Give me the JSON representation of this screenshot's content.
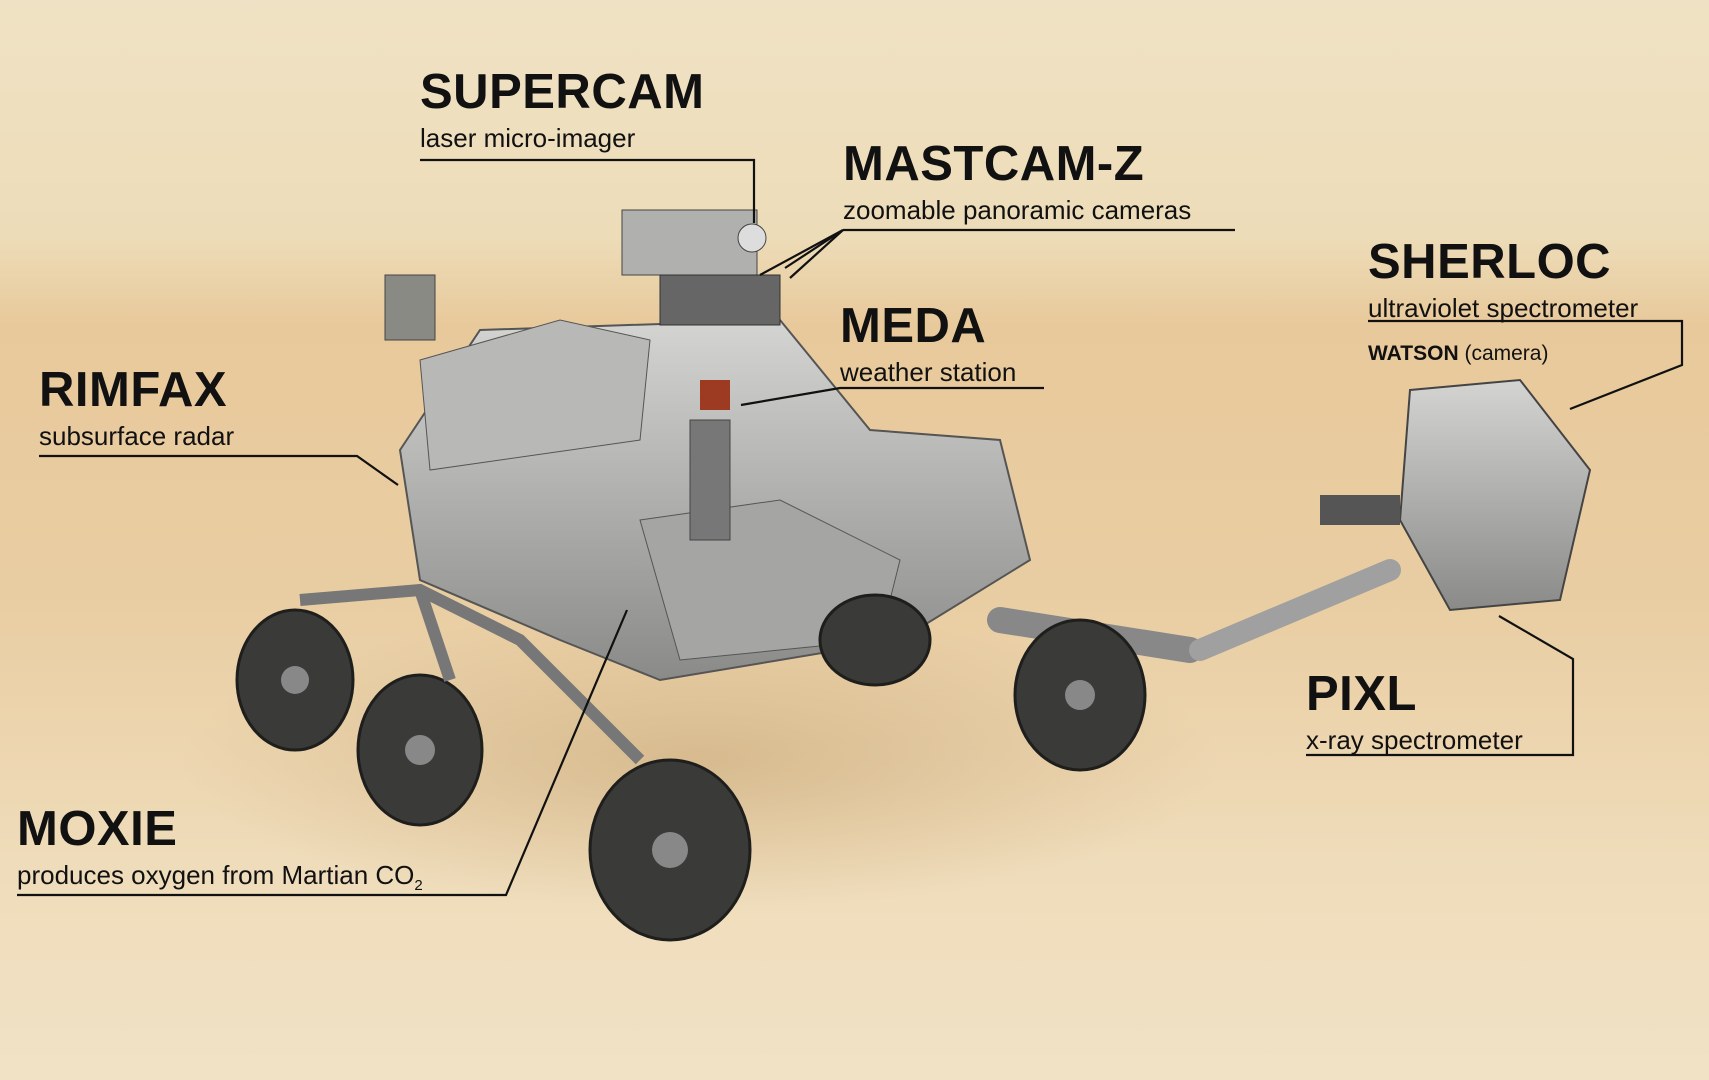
{
  "labels": {
    "supercam": {
      "title": "SUPERCAM",
      "subtitle": "laser micro-imager"
    },
    "mastcam": {
      "title": "MASTCAM-Z",
      "subtitle": "zoomable panoramic cameras"
    },
    "meda": {
      "title": "MEDA",
      "subtitle": "weather station"
    },
    "sherloc": {
      "title": "SHERLOC",
      "subtitle": "ultraviolet spectrometer",
      "extra_bold": "WATSON",
      "extra_rest": "(camera)"
    },
    "rimfax": {
      "title": "RIMFAX",
      "subtitle": "subsurface radar"
    },
    "pixl": {
      "title": "PIXL",
      "subtitle": "x-ray spectrometer"
    },
    "moxie": {
      "title": "MOXIE",
      "subtitle": "produces oxygen from Martian CO",
      "subscript": "2"
    }
  },
  "colors": {
    "background": "#ecd5ac",
    "text": "#111111",
    "rover": "#9a9a98"
  }
}
